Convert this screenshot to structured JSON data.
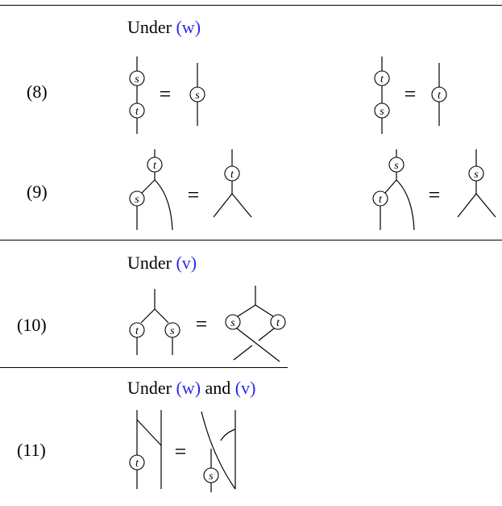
{
  "sections": [
    {
      "heading": {
        "prefix": "Under ",
        "ref1": "(w)",
        "middle": "",
        "ref2": ""
      },
      "rows": [
        {
          "number": "(8)"
        },
        {
          "number": "(9)"
        }
      ]
    },
    {
      "heading": {
        "prefix": "Under ",
        "ref1": "(v)",
        "middle": "",
        "ref2": ""
      },
      "rows": [
        {
          "number": "(10)"
        }
      ]
    },
    {
      "heading": {
        "prefix": "Under ",
        "ref1": "(w)",
        "middle": " and ",
        "ref2": "(v)"
      },
      "rows": [
        {
          "number": "(11)"
        }
      ]
    }
  ],
  "symbols": {
    "s": "s",
    "t": "t",
    "equals": "="
  },
  "colors": {
    "reference_link": "#2a2ae6"
  }
}
